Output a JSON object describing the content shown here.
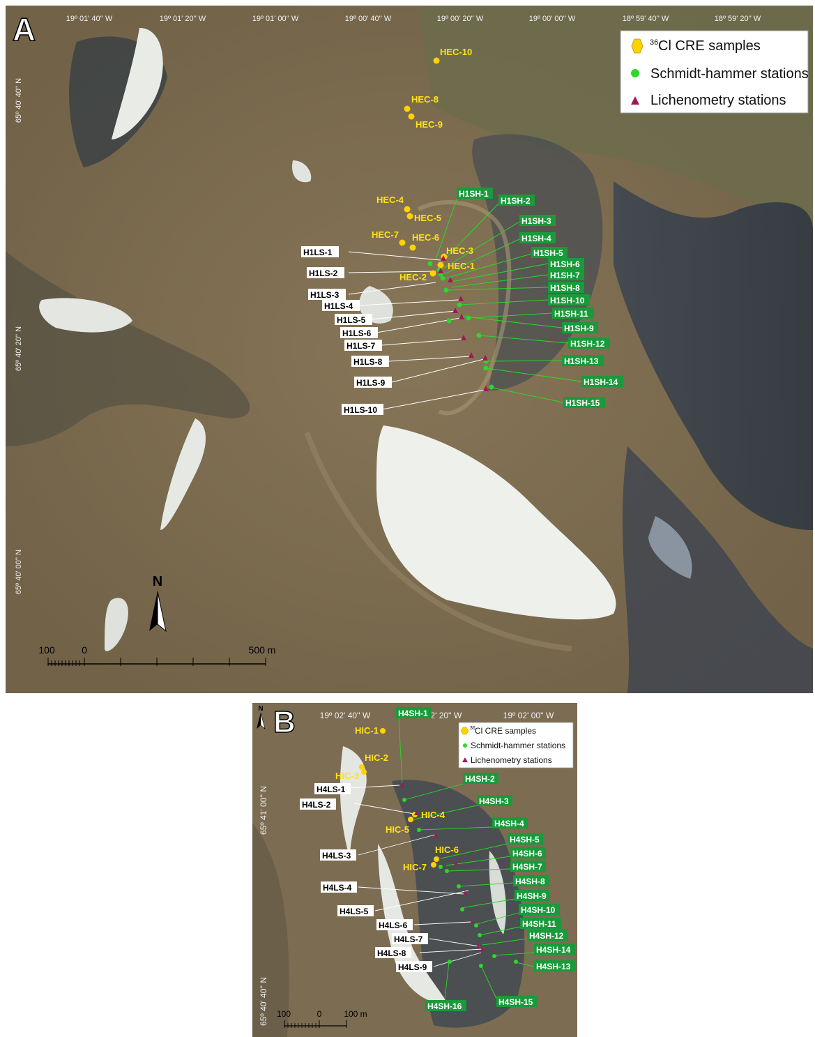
{
  "panel_a": {
    "letter": "A",
    "lon_labels": [
      "19º 01' 40'' W",
      "19º 01' 20'' W",
      "19º 01' 00'' W",
      "19º 00' 40'' W",
      "19º 00' 20'' W",
      "19º 00' 00'' W",
      "18º 59' 40'' W",
      "18º 59' 20'' W"
    ],
    "lat_labels": [
      "65º 40' 40'' N",
      "65º 40' 20'' N",
      "65º 40' 00'' N"
    ],
    "legend": {
      "cre": "Cl CRE samples",
      "cre_superscript": "36",
      "schmidt": "Schmidt-hammer stations",
      "lichen": "Lichenometry stations"
    },
    "cre_samples": [
      "HEC-10",
      "HEC-8",
      "HEC-9",
      "HEC-4",
      "HEC-5",
      "HEC-7",
      "HEC-6",
      "HEC-3",
      "HEC-1",
      "HEC-2"
    ],
    "schmidt_stations": [
      "H1SH-1",
      "H1SH-2",
      "H1SH-3",
      "H1SH-4",
      "H1SH-5",
      "H1SH-6",
      "H1SH-7",
      "H1SH-8",
      "H1SH-10",
      "H1SH-11",
      "H1SH-9",
      "H1SH-12",
      "H1SH-13",
      "H1SH-14",
      "H1SH-15"
    ],
    "lichen_stations": [
      "H1LS-1",
      "H1LS-2",
      "H1LS-3",
      "H1LS-4",
      "H1LS-5",
      "H1LS-6",
      "H1LS-7",
      "H1LS-8",
      "H1LS-9",
      "H1LS-10"
    ],
    "north": "N",
    "scale": {
      "left": "100",
      "zero": "0",
      "right": "500 m"
    }
  },
  "panel_b": {
    "letter": "B",
    "lon_labels": [
      "19º 02' 40'' W",
      "19º 02' 20'' W",
      "19º 02' 00'' W"
    ],
    "lat_labels": [
      "65º 41' 00'' N",
      "65º 40' 40'' N"
    ],
    "legend": {
      "cre": "Cl CRE samples",
      "cre_superscript": "36",
      "schmidt": "Schmidt-hammer stations",
      "lichen": "Lichenometry stations"
    },
    "cre_samples": [
      "HIC-1",
      "HIC-2",
      "HIC-3",
      "HIC-4",
      "HIC-5",
      "HIC-6",
      "HIC-7"
    ],
    "schmidt_stations": [
      "H4SH-1",
      "H4SH-2",
      "H4SH-3",
      "H4SH-4",
      "H4SH-5",
      "H4SH-6",
      "H4SH-7",
      "H4SH-8",
      "H4SH-9",
      "H4SH-10",
      "H4SH-11",
      "H4SH-12",
      "H4SH-14",
      "H4SH-13",
      "H4SH-15",
      "H4SH-16"
    ],
    "lichen_stations": [
      "H4LS-1",
      "H4LS-2",
      "H4LS-3",
      "H4LS-4",
      "H4LS-5",
      "H4LS-6",
      "H4LS-7",
      "H4LS-8",
      "H4LS-9"
    ],
    "north": "N",
    "scale": {
      "left": "100",
      "zero": "0",
      "right": "100 m"
    }
  },
  "colors": {
    "cre": "#ffd200",
    "schmidt": "#2bd82b",
    "lichen": "#a0185a",
    "label_green_bg": "#1a9a3a"
  }
}
